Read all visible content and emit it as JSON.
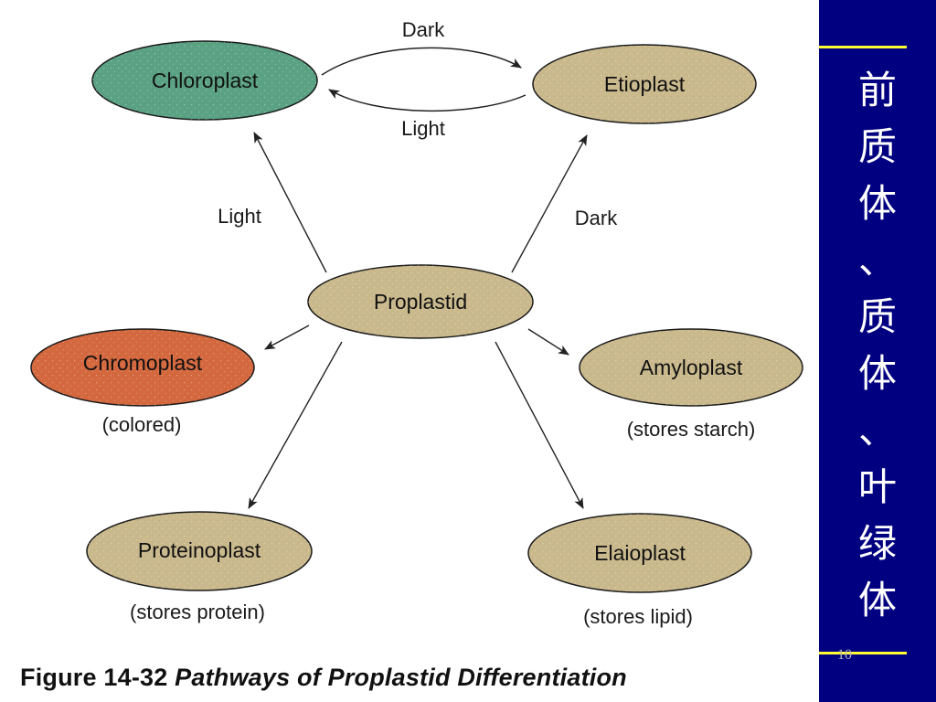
{
  "diagram": {
    "nodes": {
      "chloroplast": {
        "label": "Chloroplast",
        "color": "#5aa283"
      },
      "etioplast": {
        "label": "Etioplast",
        "color": "#c9b98c"
      },
      "proplastid": {
        "label": "Proplastid",
        "color": "#c9b98c"
      },
      "chromoplast": {
        "label": "Chromoplast",
        "note": "(colored)",
        "color": "#d4683e"
      },
      "amyloplast": {
        "label": "Amyloplast",
        "note": "(stores starch)",
        "color": "#c9b98c"
      },
      "proteinoplast": {
        "label": "Proteinoplast",
        "note": "(stores protein)",
        "color": "#c9b98c"
      },
      "elaioplast": {
        "label": "Elaioplast",
        "note": "(stores lipid)",
        "color": "#c9b98c"
      }
    },
    "edges": [
      {
        "from": "chloroplast",
        "to": "etioplast",
        "label": "Dark"
      },
      {
        "from": "etioplast",
        "to": "chloroplast",
        "label": "Light"
      },
      {
        "from": "proplastid",
        "to": "chloroplast",
        "label": "Light"
      },
      {
        "from": "proplastid",
        "to": "etioplast",
        "label": "Dark"
      },
      {
        "from": "proplastid",
        "to": "chromoplast",
        "label": ""
      },
      {
        "from": "proplastid",
        "to": "amyloplast",
        "label": ""
      },
      {
        "from": "proplastid",
        "to": "proteinoplast",
        "label": ""
      },
      {
        "from": "proplastid",
        "to": "elaioplast",
        "label": ""
      }
    ]
  },
  "caption": {
    "number": "Figure 14-32",
    "title": "Pathways of Proplastid Differentiation"
  },
  "sidebar": {
    "chars": [
      "前",
      "质",
      "体",
      "、",
      "质",
      "体",
      "、",
      "叶",
      "绿",
      "体"
    ],
    "page_number": "10",
    "background": "#000080",
    "rule_color": "#ffff33"
  }
}
